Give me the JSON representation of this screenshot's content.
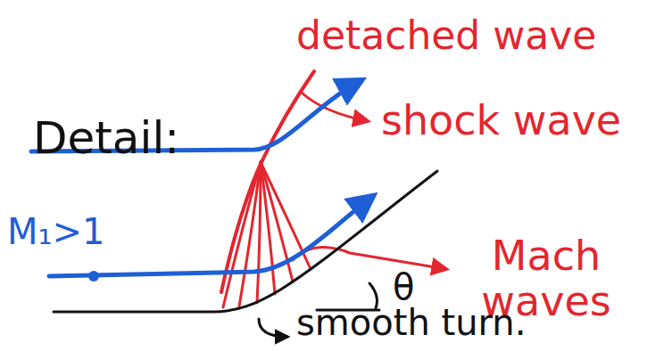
{
  "diagram": {
    "labels": [
      "Detail:",
      "M₁>1",
      "detached wave",
      "shock wave",
      "Mach waves",
      "θ",
      "smooth turn."
    ]
  }
}
